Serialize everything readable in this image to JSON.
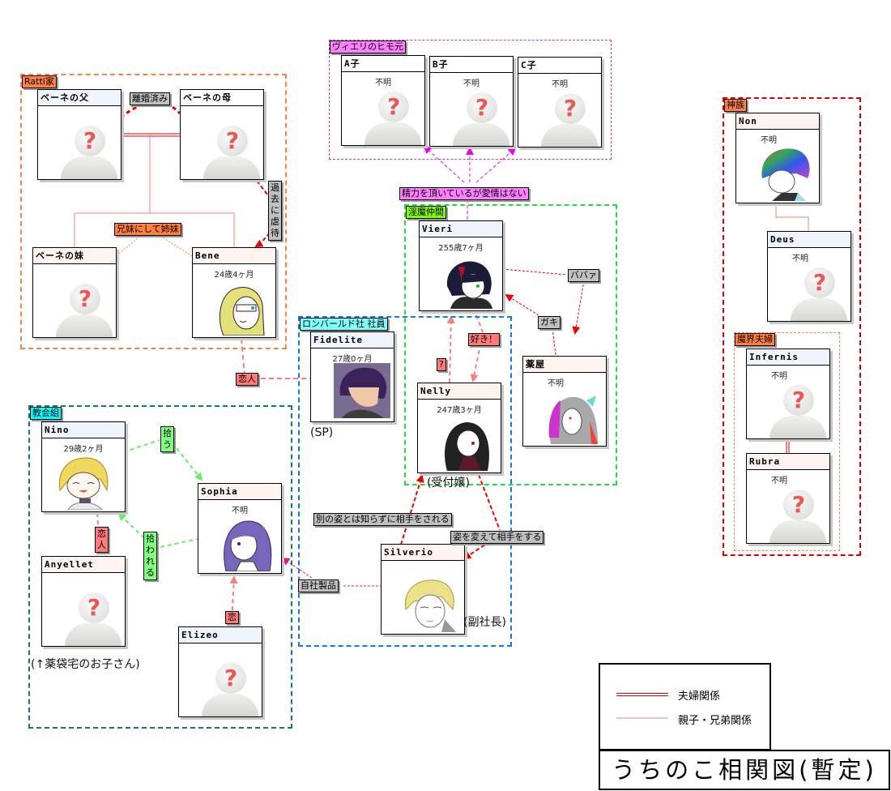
{
  "title": "うちのこ相関図(暫定)",
  "legend": {
    "items": [
      {
        "label": "夫婦関係",
        "style": "double-red"
      },
      {
        "label": "親子・兄弟関係",
        "style": "thin-pink"
      }
    ]
  },
  "groups": {
    "ratti": "Ratti家",
    "vieri_exes": "ヴィエリのヒモ元",
    "incubus": "淫魔仲間",
    "lombard": "ロンバールド社 社員",
    "church": "教会組",
    "gods": "神族",
    "demon_couple": "魔界夫婦"
  },
  "characters": {
    "bene_father": {
      "name": "ベーネの父",
      "age": ""
    },
    "bene_mother": {
      "name": "ベーネの母",
      "age": ""
    },
    "bene_sister": {
      "name": "ベーネの妹",
      "age": ""
    },
    "bene": {
      "name": "Bene",
      "age": "24歳4ヶ月"
    },
    "a_ko": {
      "name": "A子",
      "age": "不明"
    },
    "b_ko": {
      "name": "B子",
      "age": "不明"
    },
    "c_ko": {
      "name": "C子",
      "age": "不明"
    },
    "vieri": {
      "name": "Vieri",
      "age": "255歳7ヶ月"
    },
    "kusuriya": {
      "name": "薬屋",
      "age": "不明"
    },
    "fidelite": {
      "name": "Fidelite",
      "age": "27歳0ヶ月"
    },
    "nelly": {
      "name": "Nelly",
      "age": "247歳3ヶ月"
    },
    "silverio": {
      "name": "Silverio",
      "age": ""
    },
    "nino": {
      "name": "Nino",
      "age": "29歳2ヶ月"
    },
    "sophia": {
      "name": "Sophia",
      "age": "不明"
    },
    "anyellet": {
      "name": "Anyellet",
      "age": ""
    },
    "elizeo": {
      "name": "Elizeo",
      "age": ""
    },
    "non": {
      "name": "Non",
      "age": "不明"
    },
    "deus": {
      "name": "Deus",
      "age": "不明"
    },
    "infernis": {
      "name": "Infernis",
      "age": "不明"
    },
    "rubra": {
      "name": "Rubra",
      "age": "不明"
    }
  },
  "relations": {
    "divorced": "離婚済み",
    "abused": "過去に虐待",
    "siblings": "兄妹にして姉妹",
    "lovers_bene": "恋人",
    "vieri_exes": "精力を頂いているが愛情はない",
    "babaa": "ババァ",
    "gaki": "ガキ",
    "suki": "好き！",
    "question": "?",
    "unknowing": "別の姿とは知らずに相手をされる",
    "disguised": "姿を変えて相手をする",
    "product": "自社製品",
    "picks_up": "拾う",
    "picked_up": "拾われる",
    "lovers_nino": "恋人",
    "love": "恋"
  },
  "notes": {
    "fidelite": "(SP)",
    "nelly": "(受付嬢)",
    "silverio": "(副社長)",
    "anyellet": "(↑薬袋宅のお子さん)"
  },
  "colors": {
    "marriage": "#dd0000",
    "family": "#f08080",
    "ratti_border": "#ff8040",
    "vieri_border": "#cc33cc",
    "incubus_border": "#22dd44",
    "lombard_border": "#1177ee",
    "church_border": "#117777",
    "gods_border": "#dd0000"
  }
}
